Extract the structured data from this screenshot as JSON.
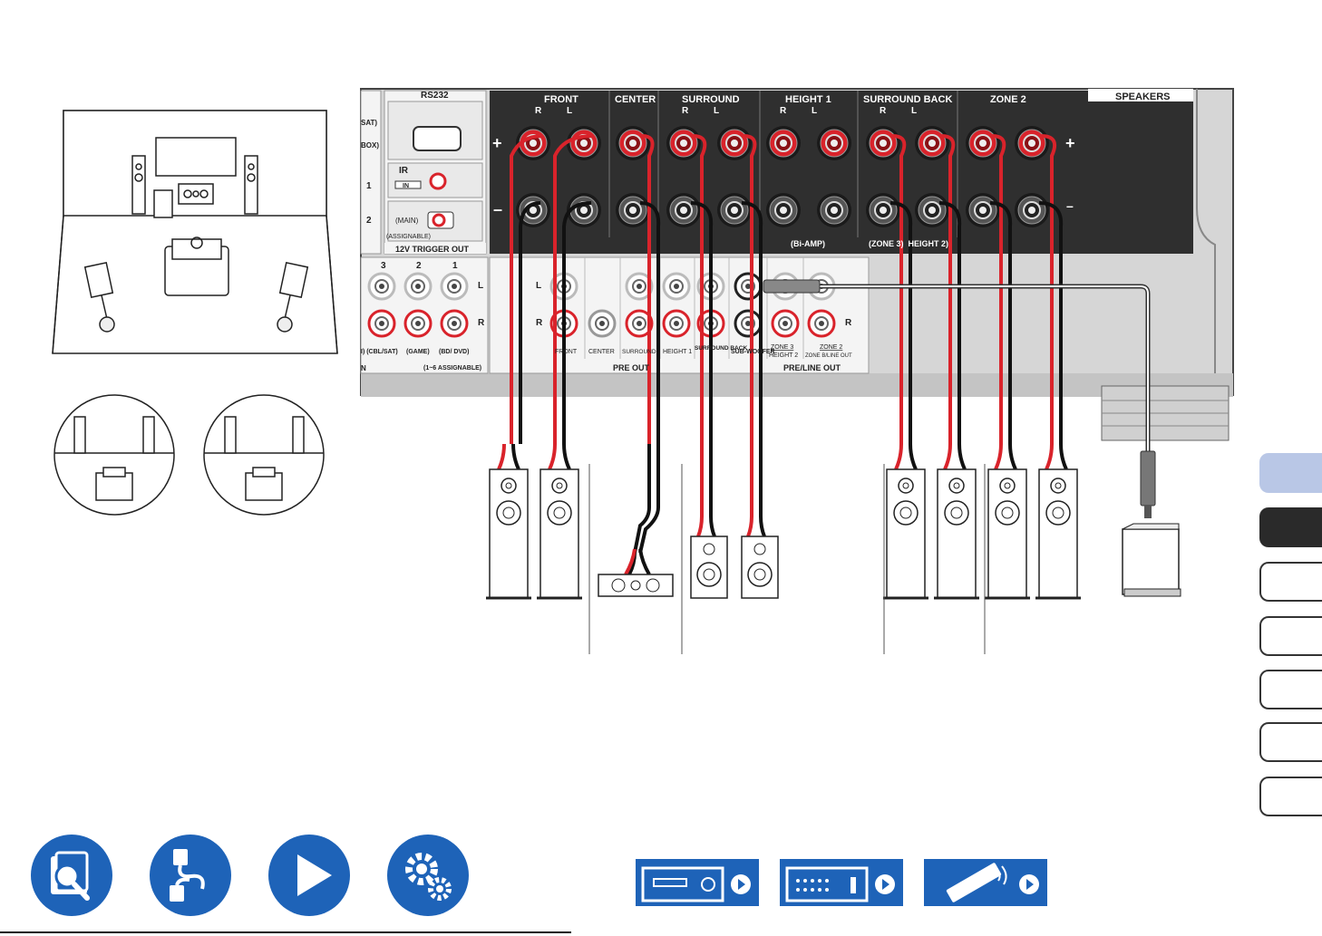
{
  "panel": {
    "speakers_title": "SPEAKERS",
    "groups": [
      {
        "name": "FRONT",
        "channels": "R          L"
      },
      {
        "name": "CENTER",
        "channels": ""
      },
      {
        "name": "SURROUND",
        "channels": "R          L"
      },
      {
        "name": "HEIGHT 1",
        "channels": "R          L"
      },
      {
        "name": "SURROUND BACK",
        "channels": "R          L"
      },
      {
        "name": "ZONE 2",
        "channels": ""
      }
    ],
    "plus": "+",
    "minus": "–",
    "bi_amp": "(Bi-AMP)",
    "zone3_height2": "(ZONE 3)  HEIGHT 2)",
    "rs232": "RS232",
    "ir": "IR",
    "ir_in": "IN",
    "main": "(MAIN)",
    "assignable": "(ASSIGNABLE)",
    "trigger_out": "12V TRIGGER OUT",
    "trig_1": "1",
    "trig_2": "2",
    "sat": "SAT)",
    "box": "BOX)",
    "inputs": {
      "nums": [
        "3",
        "2",
        "1"
      ],
      "l": "L",
      "r": "R",
      "names": [
        "I) (CBL/SAT)",
        "(GAME)",
        "(BD/ DVD)"
      ],
      "in": "N",
      "assignable_range": "(1~6 ASSIGNABLE)"
    },
    "pre_out": {
      "l": "L",
      "r": "R",
      "labels": [
        "FRONT",
        "CENTER",
        "SURROUND",
        "HEIGHT 1",
        "SURROUND BACK",
        "SUB-WOOFER"
      ],
      "title": "PRE OUT"
    },
    "pre_line_out": {
      "zone3": "ZONE 3",
      "height2": "HEIGHT 2",
      "zone2": "ZONE 2",
      "zone2_sub": "ZONE B/LINE OUT",
      "r": "R",
      "title": "PRE/LINE OUT"
    }
  },
  "side_tabs": [
    {
      "name": "tab-1",
      "style": "light"
    },
    {
      "name": "tab-2",
      "style": "dark"
    },
    {
      "name": "tab-3",
      "style": "plain"
    },
    {
      "name": "tab-4",
      "style": "plain"
    },
    {
      "name": "tab-5",
      "style": "plain"
    },
    {
      "name": "tab-6",
      "style": "plain"
    },
    {
      "name": "tab-7",
      "style": "plain"
    }
  ],
  "nav_icons": [
    "manual-search-icon",
    "cable-connection-icon",
    "play-icon",
    "settings-gears-icon"
  ],
  "device_icons": [
    "front-panel-icon",
    "rear-panel-icon",
    "remote-control-icon"
  ],
  "colors": {
    "accent": "#1e63b8",
    "panel": "#2f2f2f",
    "speaker_red": "#d9232b",
    "tab_light": "#b9c7e6"
  }
}
